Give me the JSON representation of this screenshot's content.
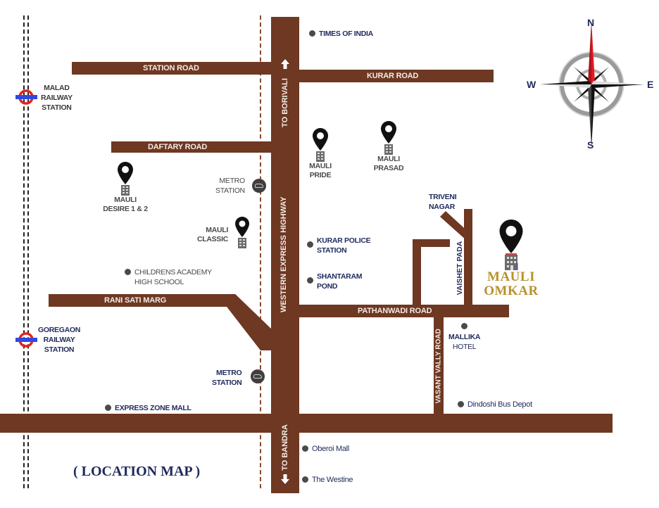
{
  "title": "( LOCATION MAP )",
  "colors": {
    "road": "#6e3822",
    "road_text": "#f3ece6",
    "label_navy": "#1f2a5c",
    "label_grey": "#4a4a4a",
    "featured_gold": "#b8912c",
    "compass_north": "#e01b24",
    "rail_circle": "#e3241b",
    "rail_bar": "#2f49e0"
  },
  "roads": {
    "station_road": "STATION ROAD",
    "kurar_road": "KURAR ROAD",
    "daftary_road": "DAFTARY ROAD",
    "rani_sati_marg": "RANI SATI MARG",
    "pathanwadi_road": "PATHANWADI ROAD",
    "western_express_highway": "WESTERN EXPRESS HIGHWAY",
    "to_borivali": "TO BORIVALI",
    "to_bandra": "TO BANDRA",
    "vaishet_pada": "VAISHET PADA",
    "vasant_valley_road": "VASANT VALLY ROAD"
  },
  "railway_stations": [
    {
      "line1": "MALAD",
      "line2": "RAILWAY",
      "line3": "STATION"
    },
    {
      "line1": "GOREGAON",
      "line2": "RAILWAY",
      "line3": "STATION"
    }
  ],
  "metro_stations": [
    {
      "line1": "METRO",
      "line2": "STATION"
    },
    {
      "line1": "METRO",
      "line2": "STATION"
    }
  ],
  "landmarks": {
    "times_of_india": "TIMES OF INDIA",
    "kurar_police_1": "KURAR POLICE",
    "kurar_police_2": "STATION",
    "shantaram_1": "SHANTARAM",
    "shantaram_2": "POND",
    "childrens_1": "CHILDRENS ACADEMY",
    "childrens_2": "HIGH SCHOOL",
    "triveni_1": "TRIVENI",
    "triveni_2": "NAGAR",
    "mallika_1": "MALLIKA",
    "mallika_2": "HOTEL",
    "express_zone_mall": "EXPRESS ZONE MALL",
    "dindoshi_bus_depot": "Dindoshi Bus Depot",
    "oberoi_mall": "Oberoi Mall",
    "the_westine": "The Westine"
  },
  "projects": {
    "pride": {
      "line1": "MAULI",
      "line2": "PRIDE"
    },
    "prasad": {
      "line1": "MAULI",
      "line2": "PRASAD"
    },
    "desire": {
      "line1": "MAULI",
      "line2": "DESIRE 1 & 2"
    },
    "classic": {
      "line1": "MAULI",
      "line2": "CLASSIC"
    },
    "omkar": {
      "line1": "MAULI",
      "line2": "OMKAR"
    }
  },
  "compass": {
    "n": "N",
    "s": "S",
    "e": "E",
    "w": "W"
  }
}
